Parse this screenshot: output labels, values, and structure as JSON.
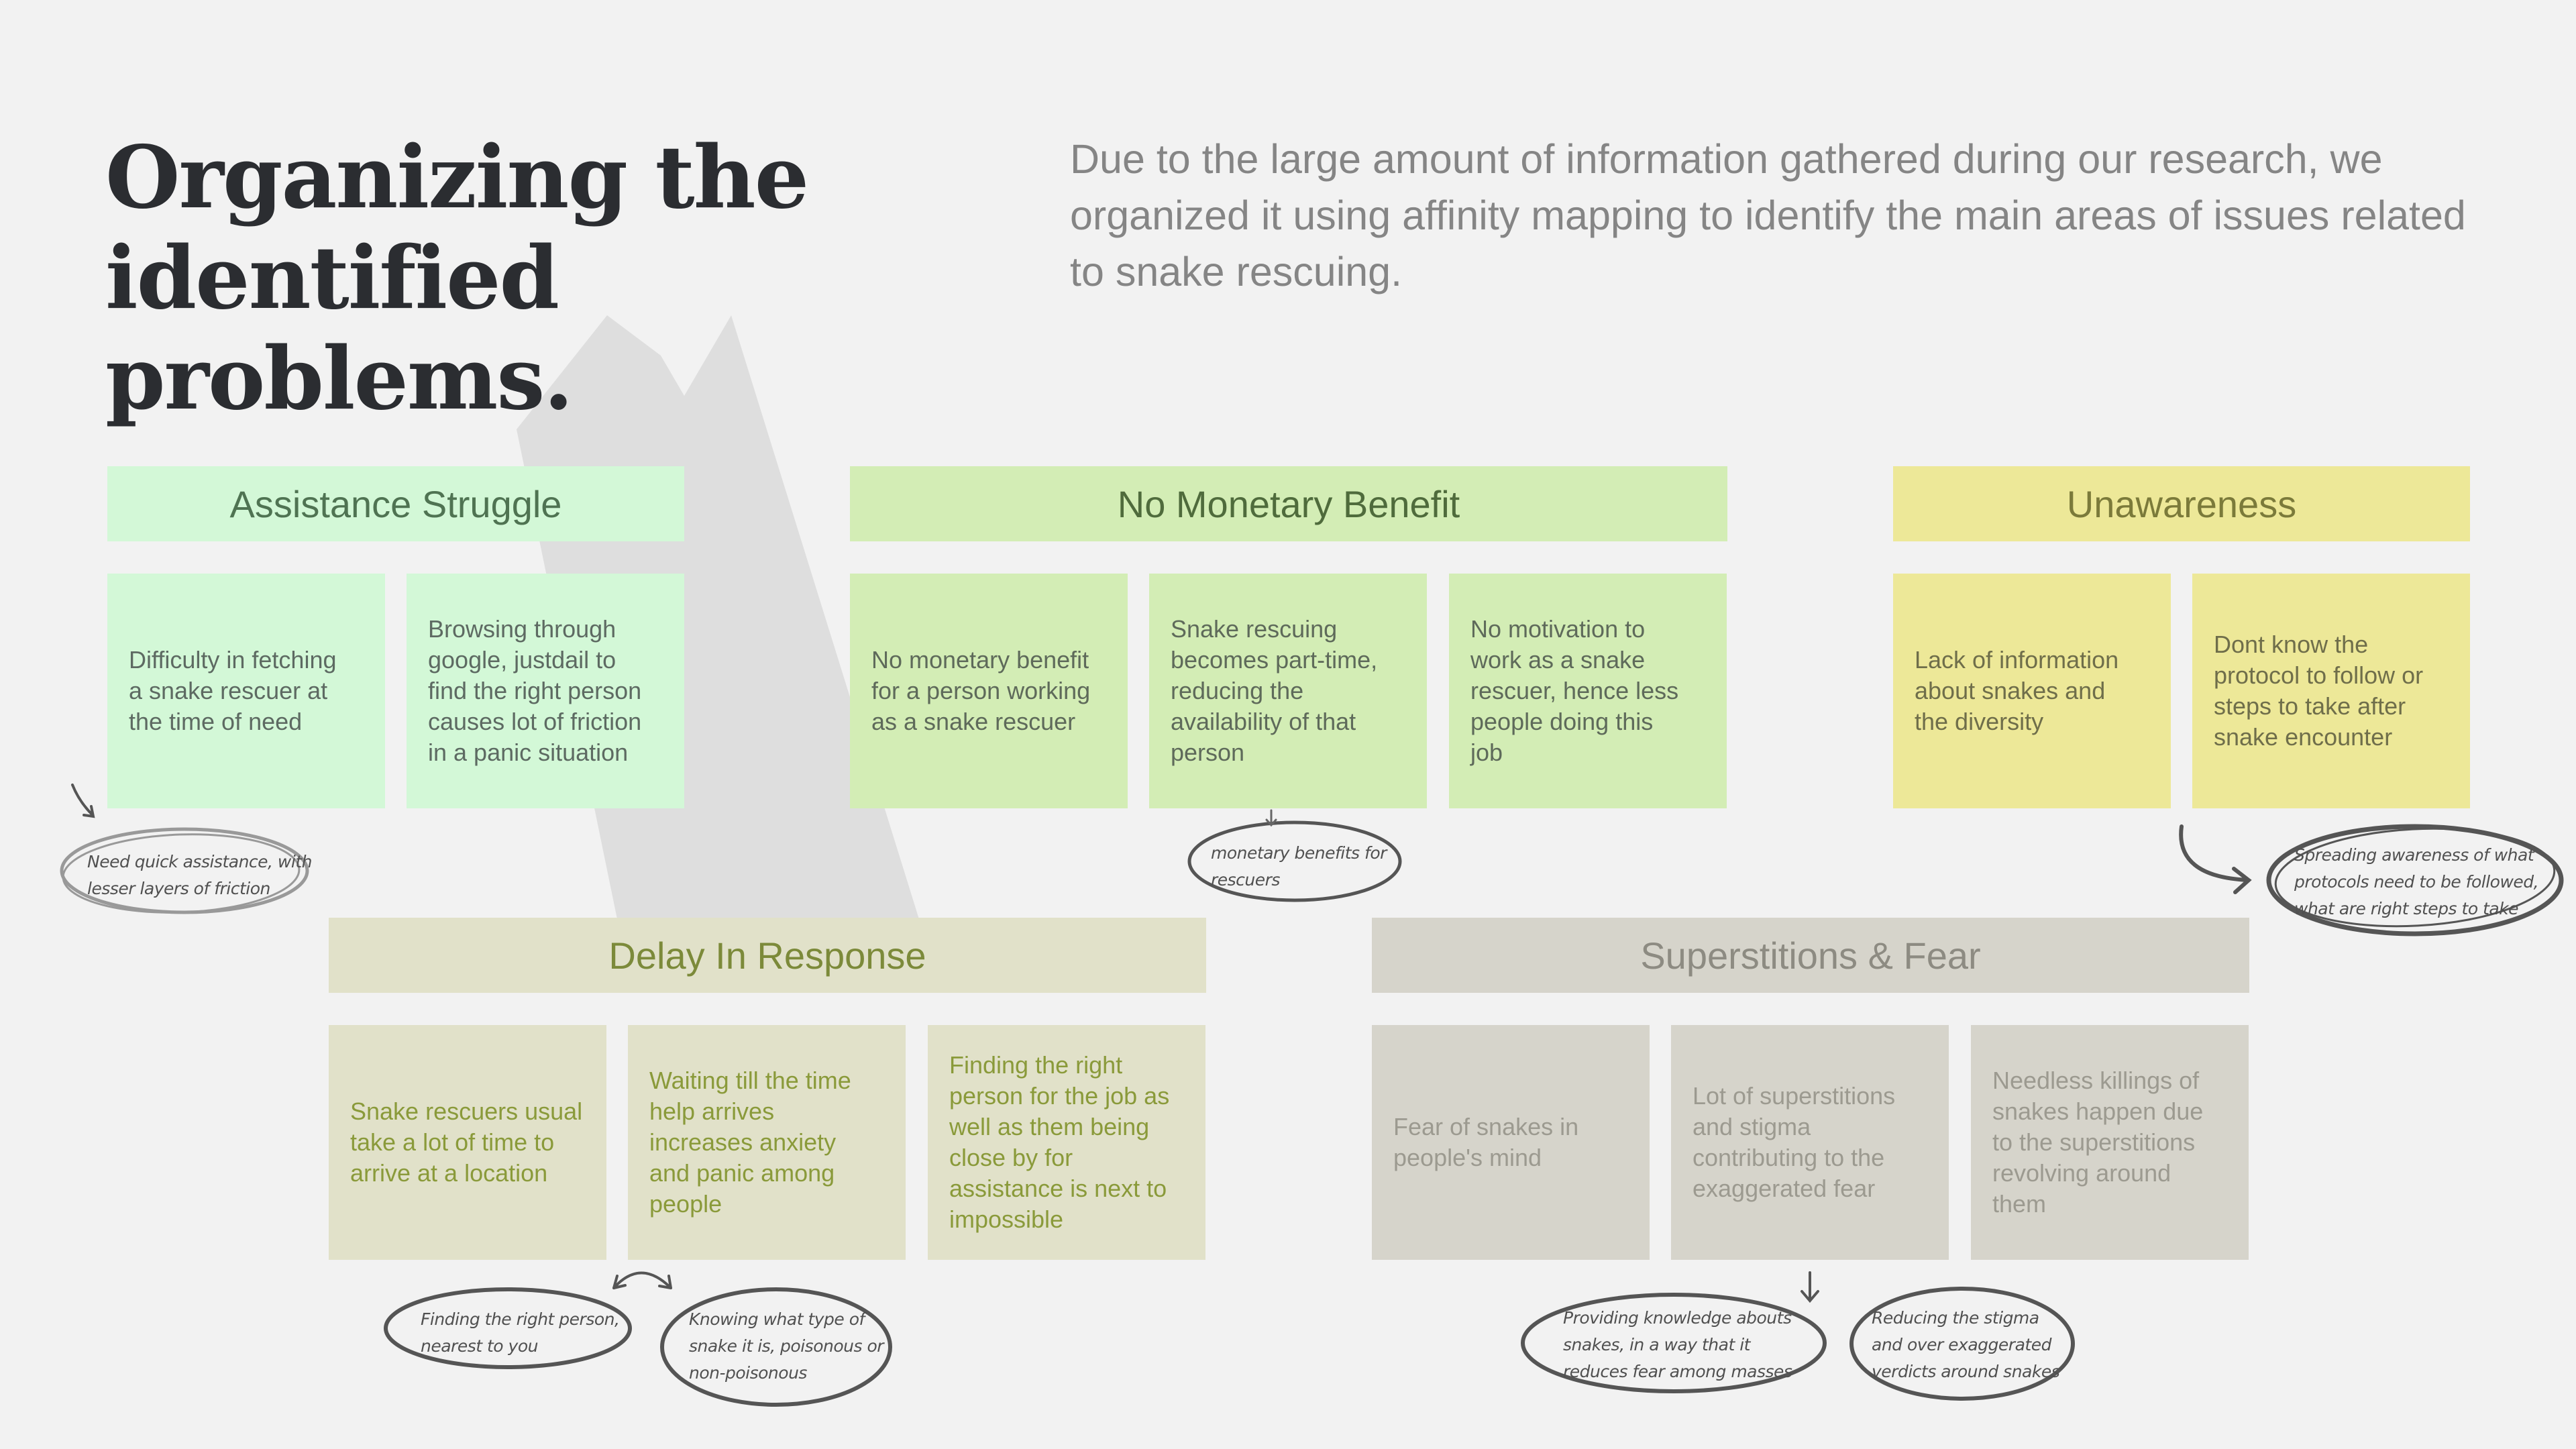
{
  "heading": {
    "line1": "Organizing the",
    "line2": "identified problems."
  },
  "intro": "Due to the large amount of information gathered during our research, we organized it using affinity mapping to identify the main areas of issues related to snake rescuing.",
  "groups": {
    "assistance": {
      "title": "Assistance Struggle",
      "notes": [
        [
          "Difficulty in fetching",
          "a snake rescuer at",
          "the time of need"
        ],
        [
          "Browsing through",
          "google, justdail to",
          "find the right person",
          "causes lot of friction",
          "in a panic situation"
        ]
      ],
      "insight": [
        "Need quick assistance, with",
        "lesser layers of friction"
      ]
    },
    "monetary": {
      "title": "No Monetary Benefit",
      "notes": [
        [
          "No monetary benefit",
          "for a person working",
          "as a snake rescuer"
        ],
        [
          "Snake rescuing",
          "becomes part-time,",
          "reducing the",
          "availability of that",
          "person"
        ],
        [
          "No motivation to",
          "work as a snake",
          "rescuer, hence less",
          "people doing this",
          "job"
        ]
      ],
      "insight": [
        "monetary benefits for",
        "rescuers"
      ]
    },
    "unawareness": {
      "title": "Unawareness",
      "notes": [
        [
          "Lack of information",
          "about snakes and",
          "the diversity"
        ],
        [
          "Dont know the",
          "protocol to follow or",
          "steps to take after",
          "snake encounter"
        ]
      ],
      "insight": [
        "Spreading awareness of what",
        "protocols need to be followed,",
        "what are right steps to take"
      ]
    },
    "delay": {
      "title": "Delay In Response",
      "notes": [
        [
          "Snake rescuers usual",
          "take a lot of time to",
          "arrive at a location"
        ],
        [
          "Waiting till the time",
          "help arrives",
          "increases anxiety",
          "and panic among",
          "people"
        ],
        [
          "Finding the right",
          "person for the job as",
          "well as them being",
          "close by for",
          "assistance is next to",
          "impossible"
        ]
      ],
      "insights": [
        [
          "Finding the right person,",
          "nearest to you"
        ],
        [
          "Knowing what type of",
          "snake it is, poisonous or",
          "non-poisonous"
        ]
      ]
    },
    "superstitions": {
      "title": "Superstitions & Fear",
      "notes": [
        [
          "Fear of snakes in",
          "people's mind"
        ],
        [
          "Lot of superstitions",
          "and stigma",
          "contributing to the",
          "exaggerated fear"
        ],
        [
          "Needless killings of",
          "snakes happen due",
          "to the superstitions",
          "revolving around",
          "them"
        ]
      ],
      "insights": [
        [
          "Providing knowledge abouts",
          "snakes, in a way that it",
          "reduces fear among masses"
        ],
        [
          "Reducing the stigma",
          "and over exaggerated",
          "verdicts around snakes"
        ]
      ]
    }
  },
  "colors": {
    "background": "#f2f2f2",
    "mint": "#d3f8d7",
    "green": "#d3edb5",
    "yellow": "#ede898",
    "olive": "#e1e1c9",
    "grey": "#d6d4cb",
    "mountain": "#dedede"
  }
}
